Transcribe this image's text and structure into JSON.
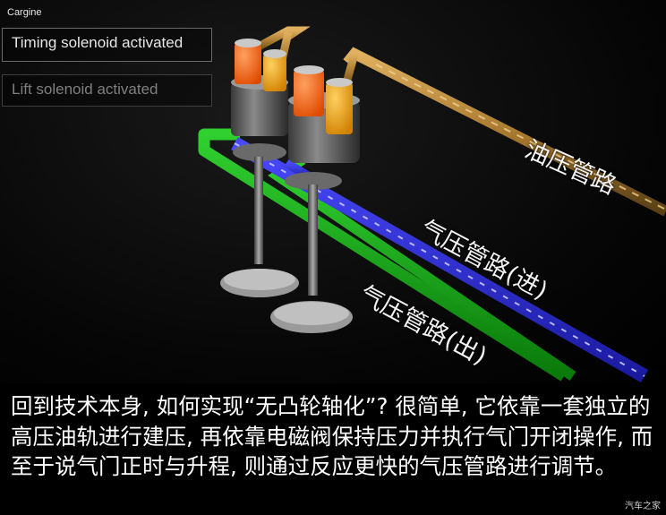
{
  "brand": "Cargine",
  "labels": {
    "timing": "Timing solenoid activated",
    "lift": "Lift solenoid activated"
  },
  "annotations": {
    "oil": "油压管路",
    "air_in": "气压管路(进)",
    "air_out": "气压管路(出)"
  },
  "caption": "回到技术本身, 如何实现“无凸轮轴化”? 很简单, 它依靠一套独立的高压油轨进行建压, 再依靠电磁阀保持压力并执行气门开闭操作, 而至于说气门正时与升程, 则通过反应更快的气压管路进行调节。",
  "watermark": "汽车之家",
  "colors": {
    "oil_pipe": "#b8863a",
    "air_in_pipe": "#2a2ad6",
    "air_out_pipe": "#10a010",
    "timing_solenoid": "#ff6a1a",
    "lift_solenoid": "#f0a020"
  }
}
